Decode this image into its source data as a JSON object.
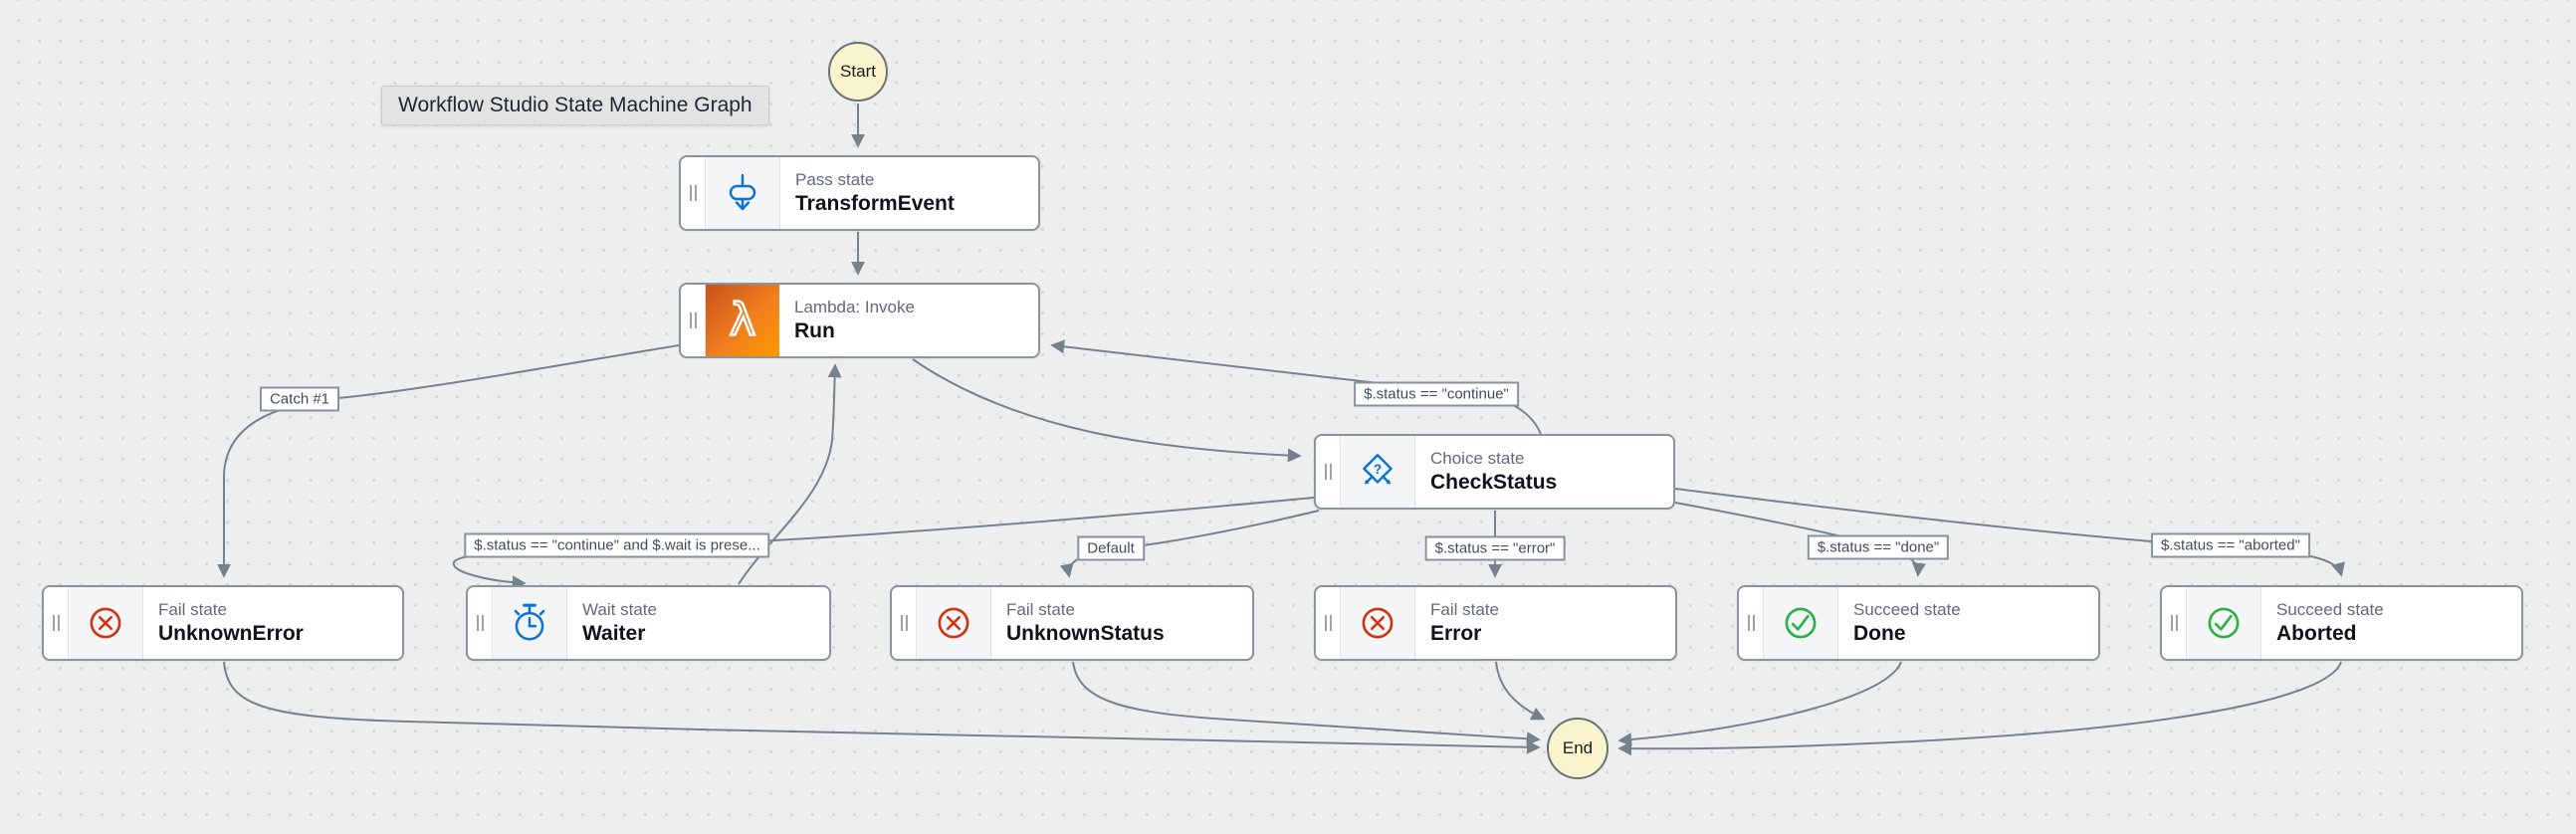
{
  "canvas": {
    "tooltip": "Workflow Studio State Machine Graph",
    "start_label": "Start",
    "end_label": "End"
  },
  "nodes": [
    {
      "id": "transform-event",
      "type_label": "Pass state",
      "name": "TransformEvent",
      "icon": "pass-icon"
    },
    {
      "id": "run",
      "type_label": "Lambda: Invoke",
      "name": "Run",
      "icon": "lambda-icon"
    },
    {
      "id": "check-status",
      "type_label": "Choice state",
      "name": "CheckStatus",
      "icon": "choice-icon"
    },
    {
      "id": "unknown-error",
      "type_label": "Fail state",
      "name": "UnknownError",
      "icon": "fail-icon"
    },
    {
      "id": "waiter",
      "type_label": "Wait state",
      "name": "Waiter",
      "icon": "wait-icon"
    },
    {
      "id": "unknown-status",
      "type_label": "Fail state",
      "name": "UnknownStatus",
      "icon": "fail-icon"
    },
    {
      "id": "error",
      "type_label": "Fail state",
      "name": "Error",
      "icon": "fail-icon"
    },
    {
      "id": "done",
      "type_label": "Succeed state",
      "name": "Done",
      "icon": "succeed-icon"
    },
    {
      "id": "aborted",
      "type_label": "Succeed state",
      "name": "Aborted",
      "icon": "succeed-icon"
    }
  ],
  "edge_labels": [
    {
      "id": "catch-1",
      "text": "Catch #1"
    },
    {
      "id": "status-continue",
      "text": "$.status == \"continue\""
    },
    {
      "id": "continue-and-wait",
      "text": "$.status == \"continue\" and $.wait is prese..."
    },
    {
      "id": "default",
      "text": "Default"
    },
    {
      "id": "status-error",
      "text": "$.status == \"error\""
    },
    {
      "id": "status-done",
      "text": "$.status == \"done\""
    },
    {
      "id": "status-aborted",
      "text": "$.status == \"aborted\""
    }
  ],
  "colors": {
    "accent_blue": "#0972D3",
    "lambda_orange_start": "#C8511B",
    "lambda_orange_end": "#FF9900",
    "fail_red": "#D13212",
    "succeed_green": "#2BB141",
    "node_border": "#8A949D",
    "edge_gray": "#76818F",
    "terminal_fill": "#FAF4CD",
    "background": "#EDEFEF"
  }
}
